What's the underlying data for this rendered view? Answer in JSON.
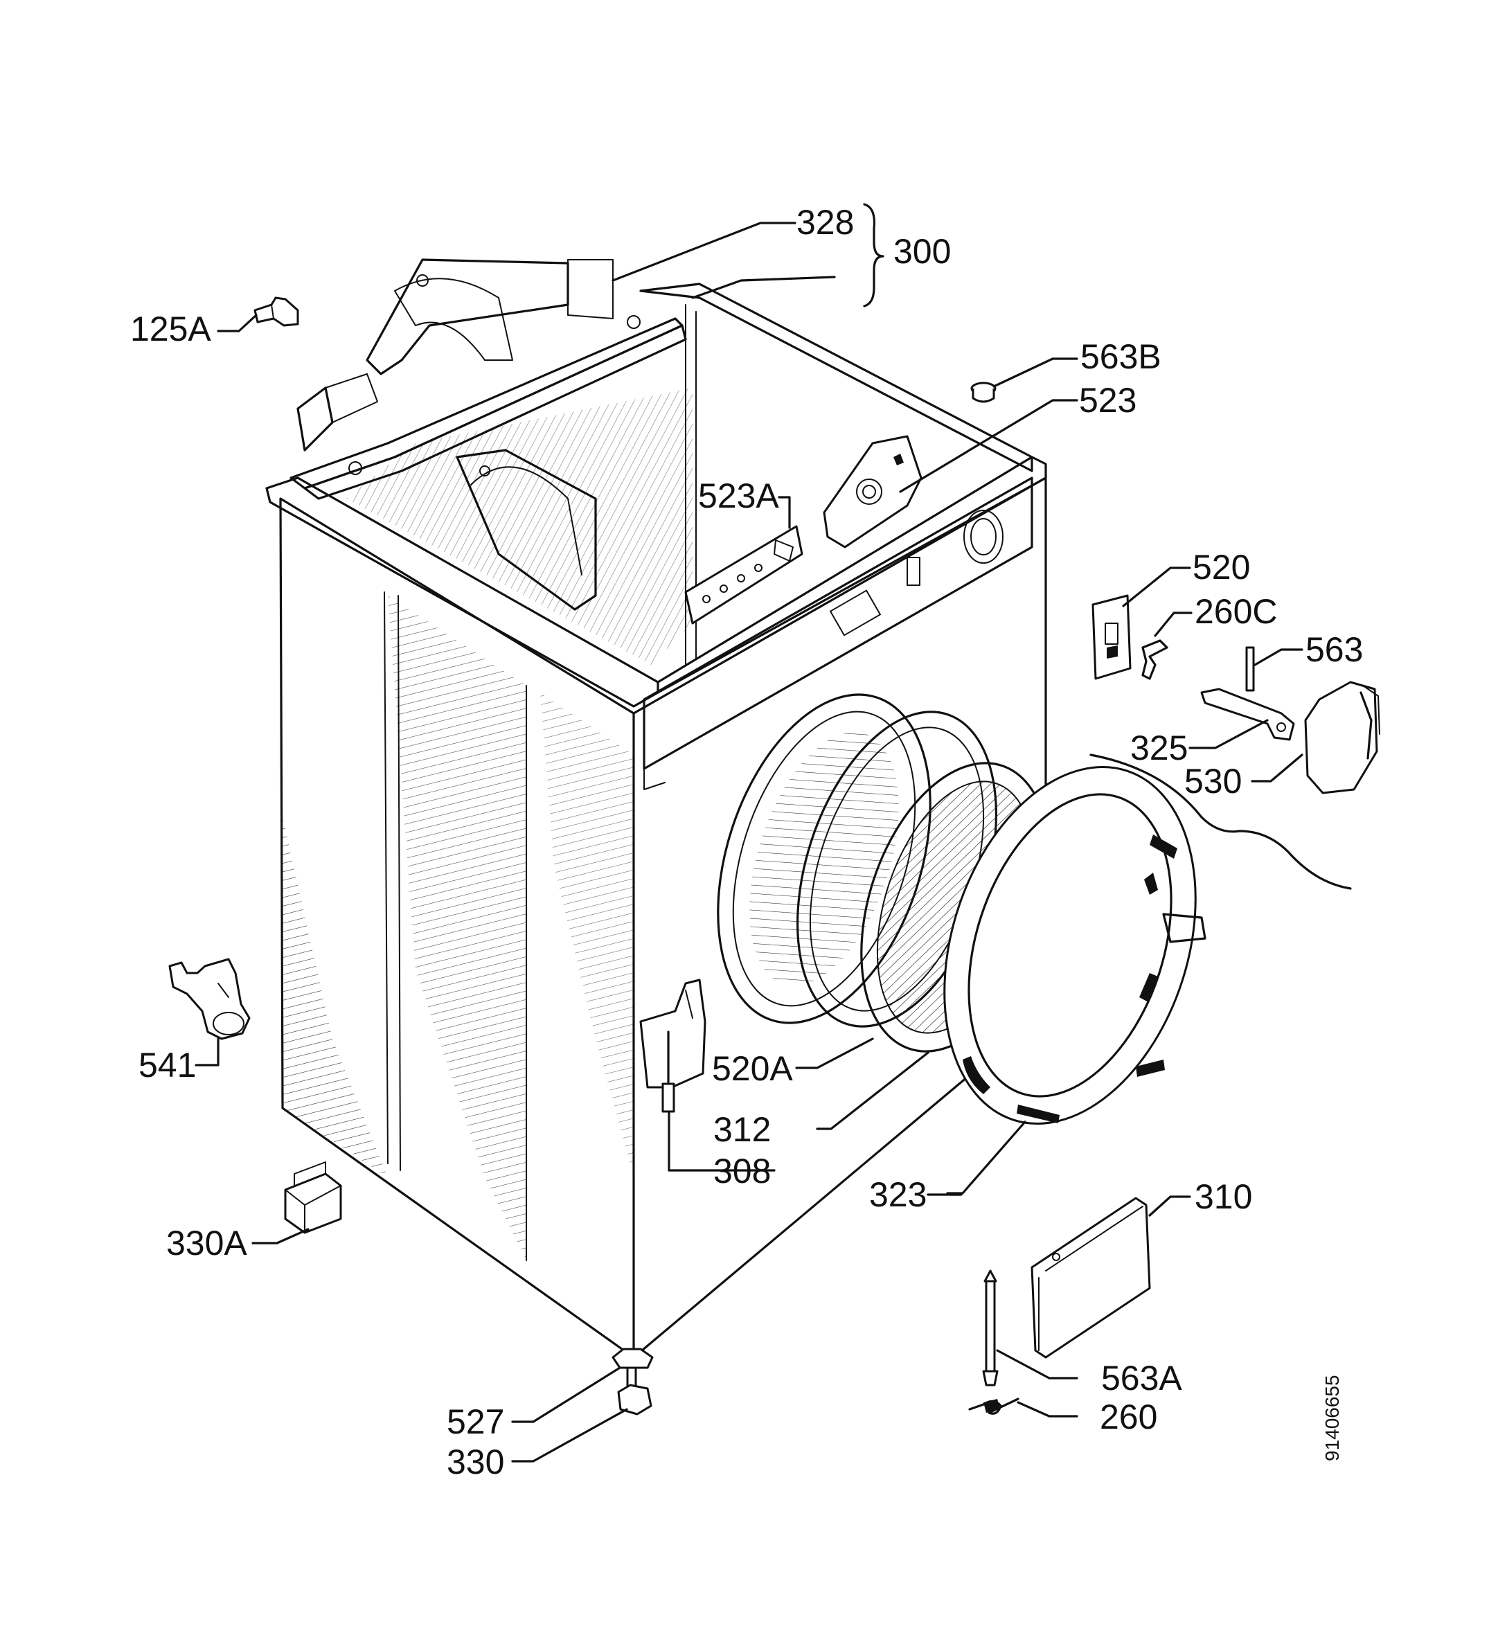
{
  "labels": {
    "l328": "328",
    "l300": "300",
    "l125a": "125A",
    "l563b": "563B",
    "l523": "523",
    "l523a": "523A",
    "l520": "520",
    "l260c": "260C",
    "l563": "563",
    "l325": "325",
    "l530": "530",
    "l541": "541",
    "l520a": "520A",
    "l312": "312",
    "l308": "308",
    "l323": "323",
    "l310": "310",
    "l330a": "330A",
    "l563a": "563A",
    "l260": "260",
    "l527": "527",
    "l330": "330"
  },
  "document_number": "91406655"
}
